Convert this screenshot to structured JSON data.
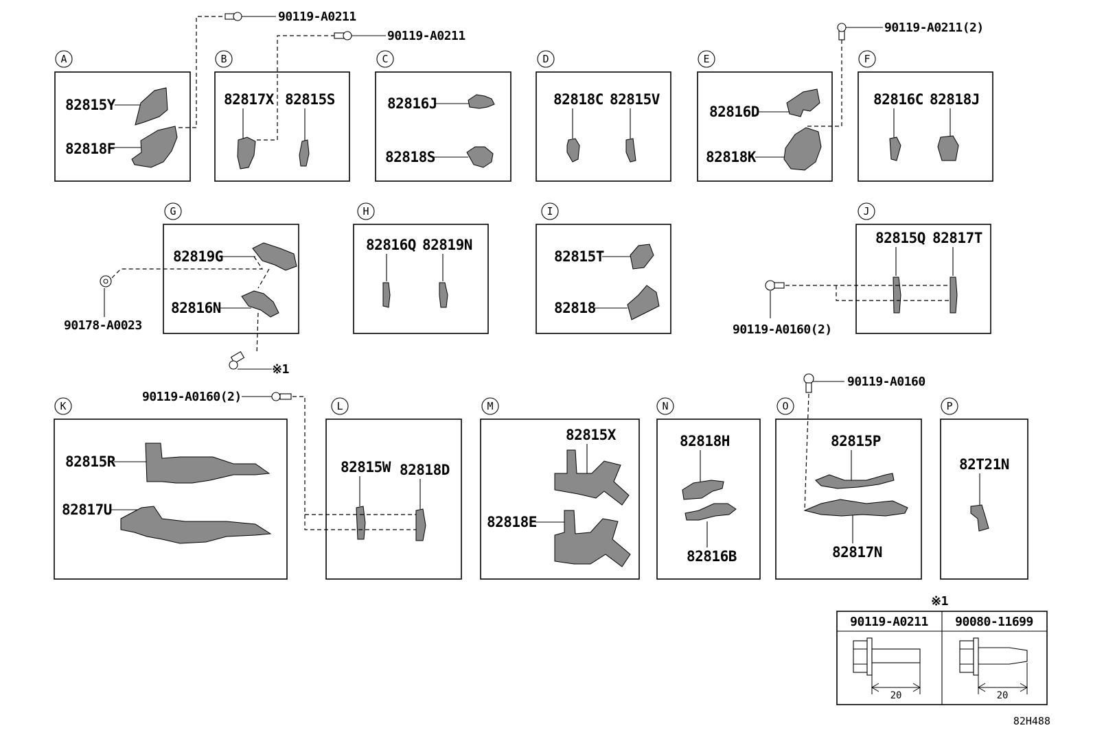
{
  "groups": [
    {
      "id": "A",
      "labels": [
        "82815Y",
        "82818F"
      ]
    },
    {
      "id": "B",
      "labels": [
        "82817X",
        "82815S"
      ]
    },
    {
      "id": "C",
      "labels": [
        "82816J",
        "82818S"
      ]
    },
    {
      "id": "D",
      "labels": [
        "82818C",
        "82815V"
      ]
    },
    {
      "id": "E",
      "labels": [
        "82816D",
        "82818K"
      ]
    },
    {
      "id": "F",
      "labels": [
        "82816C",
        "82818J"
      ]
    },
    {
      "id": "G",
      "labels": [
        "82819G",
        "82816N"
      ]
    },
    {
      "id": "H",
      "labels": [
        "82816Q",
        "82819N"
      ]
    },
    {
      "id": "I",
      "labels": [
        "82815T",
        "82818"
      ]
    },
    {
      "id": "J",
      "labels": [
        "82815Q",
        "82817T"
      ]
    },
    {
      "id": "K",
      "labels": [
        "82815R",
        "82817U"
      ]
    },
    {
      "id": "L",
      "labels": [
        "82815W",
        "82818D"
      ]
    },
    {
      "id": "M",
      "labels": [
        "82815X",
        "82818E"
      ]
    },
    {
      "id": "N",
      "labels": [
        "82818H",
        "82816B"
      ]
    },
    {
      "id": "O",
      "labels": [
        "82815P",
        "82817N"
      ]
    },
    {
      "id": "P",
      "labels": [
        "82T21N"
      ]
    }
  ],
  "fasteners": [
    "90119-A0211",
    "90119-A0211",
    "90119-A0211(2)",
    "90178-A0023",
    "90119-A0160(2)",
    "90119-A0160(2)",
    "90119-A0160",
    "※1"
  ],
  "reference_table": {
    "mark": "※1",
    "columns": [
      {
        "part": "90119-A0211",
        "dimension": "20"
      },
      {
        "part": "90080-11699",
        "dimension": "20"
      }
    ]
  },
  "diagram_code": "82H488"
}
